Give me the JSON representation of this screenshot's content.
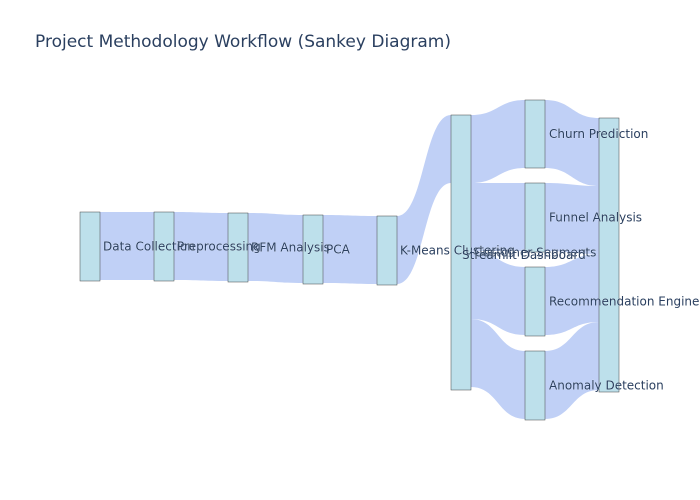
{
  "chart_data": {
    "type": "sankey",
    "title": "Project Methodology Workflow (Sankey Diagram)",
    "nodes": [
      "Data Collection",
      "Preprocessing",
      "RFM Analysis",
      "PCA",
      "K-Means Clustering",
      "Customer Segments",
      "Streamlit Dashboard",
      "Churn Prediction",
      "Funnel Analysis",
      "Recommendation Engine",
      "Anomaly Detection"
    ],
    "links": [
      {
        "source": "Data Collection",
        "target": "Preprocessing",
        "value": 1
      },
      {
        "source": "Preprocessing",
        "target": "RFM Analysis",
        "value": 1
      },
      {
        "source": "RFM Analysis",
        "target": "PCA",
        "value": 1
      },
      {
        "source": "PCA",
        "target": "K-Means Clustering",
        "value": 1
      },
      {
        "source": "K-Means Clustering",
        "target": "Customer Segments",
        "value": 1
      },
      {
        "source": "Customer Segments",
        "target": "Churn Prediction",
        "value": 1
      },
      {
        "source": "Customer Segments",
        "target": "Funnel Analysis",
        "value": 1
      },
      {
        "source": "Customer Segments",
        "target": "Recommendation Engine",
        "value": 1
      },
      {
        "source": "Customer Segments",
        "target": "Anomaly Detection",
        "value": 1
      },
      {
        "source": "Churn Prediction",
        "target": "Streamlit Dashboard",
        "value": 1
      },
      {
        "source": "Funnel Analysis",
        "target": "Streamlit Dashboard",
        "value": 1
      },
      {
        "source": "Recommendation Engine",
        "target": "Streamlit Dashboard",
        "value": 1
      },
      {
        "source": "Anomaly Detection",
        "target": "Streamlit Dashboard",
        "value": 1
      }
    ]
  },
  "colors": {
    "node_fill": "#add8e6",
    "link_fill": "#b5c8f5",
    "title": "#2a3f5f"
  }
}
